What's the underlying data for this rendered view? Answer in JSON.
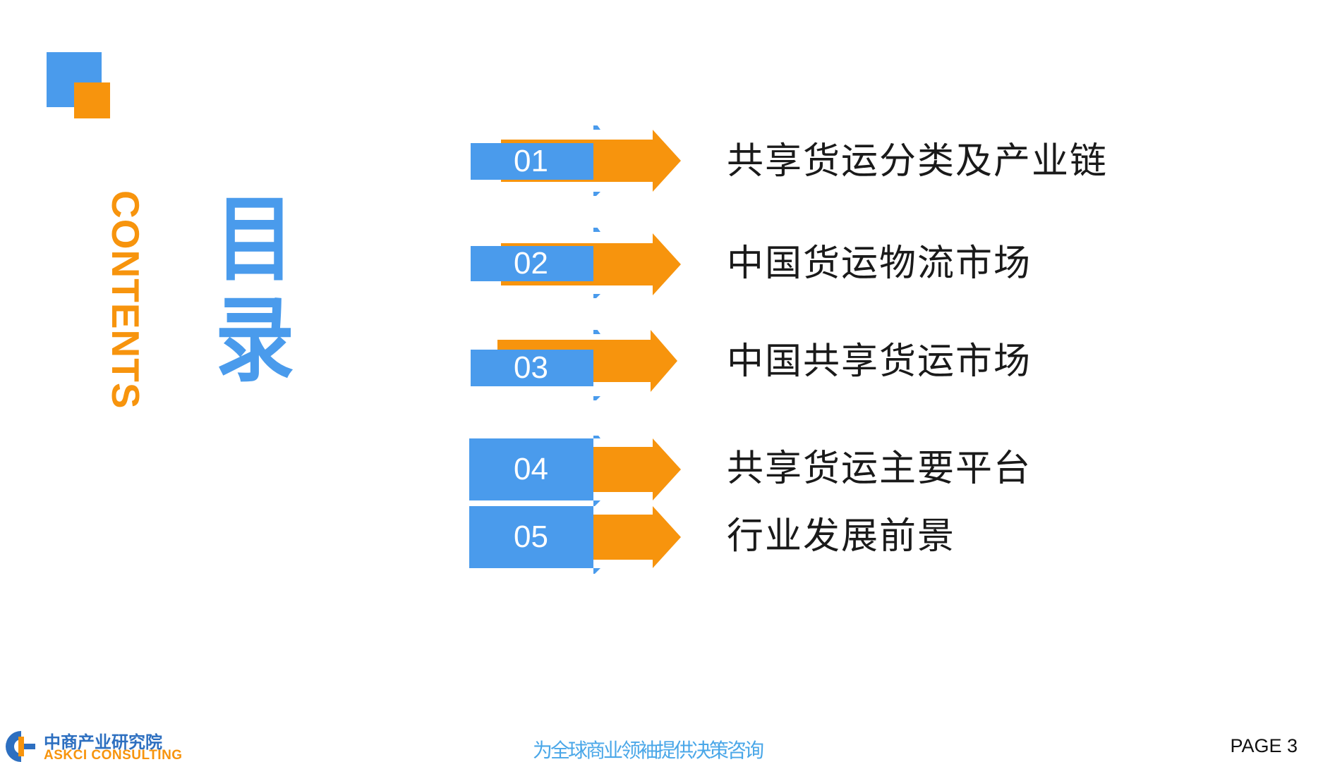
{
  "sidebar": {
    "contents_label": "CONTENTS",
    "title_lines": [
      "目",
      "录"
    ]
  },
  "items": [
    {
      "number": "01",
      "title": "共享货运分类及产业链"
    },
    {
      "number": "02",
      "title": "中国货运物流市场"
    },
    {
      "number": "03",
      "title": "中国共享货运市场"
    },
    {
      "number": "04",
      "title": "共享货运主要平台"
    },
    {
      "number": "05",
      "title": "行业发展前景"
    }
  ],
  "footer": {
    "logo_cn": "中商产业研究院",
    "logo_en": "ASKCI CONSULTING",
    "slogan": "为全球商业领袖提供决策咨询",
    "page_label": "PAGE  3"
  },
  "colors": {
    "blue": "#4a9bec",
    "orange": "#f7940d"
  }
}
